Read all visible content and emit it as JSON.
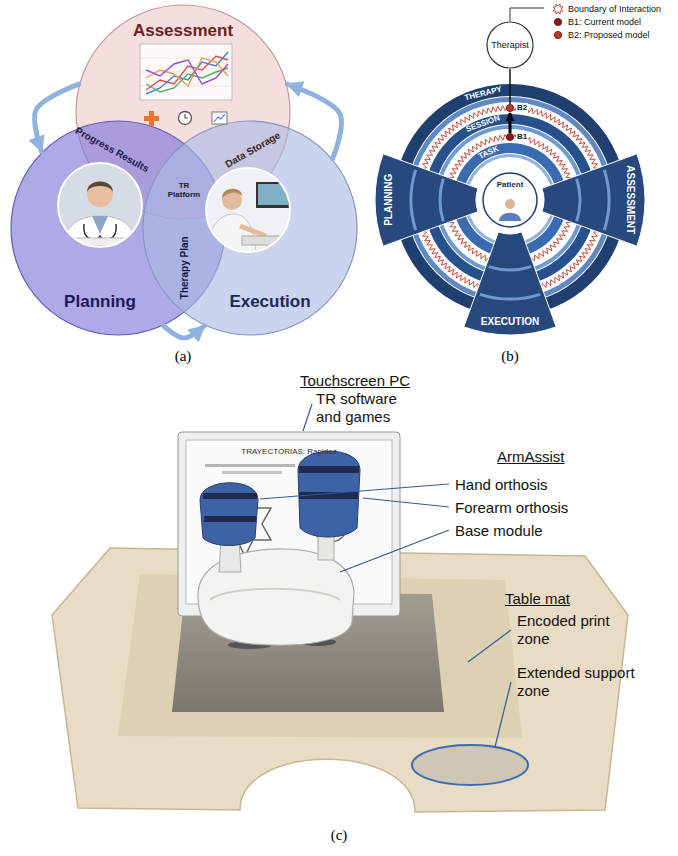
{
  "diagram": {
    "nodes": [
      {
        "text": [
          "Assessment"
        ]
      },
      {
        "text": [
          "Planning"
        ]
      },
      {
        "text": [
          "Execution"
        ]
      },
      {
        "text": [
          "Therapist"
        ]
      },
      {
        "text": [
          "THERAPY"
        ]
      },
      {
        "text": [
          "SESSION"
        ],
        "in": 4
      },
      {
        "text": [
          "TASK"
        ],
        "in": 5
      },
      {
        "text": [
          "Patient"
        ],
        "in": 6
      },
      {
        "text": [
          "PLANNING"
        ]
      },
      {
        "text": [
          "ASSESSMENT"
        ]
      },
      {
        "text": [
          "EXECUTION"
        ]
      }
    ],
    "edges": [
      {
        "from": 0,
        "to": 1,
        "arrow": "to"
      },
      {
        "from": 1,
        "to": 2,
        "arrow": "to"
      },
      {
        "from": 2,
        "to": 0,
        "arrow": "to"
      }
    ],
    "labels": [
      "Progress Results",
      "Data Storage",
      "TR Platform",
      "Therapy Plan",
      "(a)",
      "B2",
      "B1",
      "(b)",
      "Touchscreen PC",
      "TR software and games",
      "ArmAssist",
      "Hand orthosis",
      "Forearm orthosis",
      "Base module",
      "Table mat",
      "Encoded print zone",
      "Extended support zone",
      "TRAYECTORIAS: Rapidez",
      "(c)"
    ],
    "legend": [
      {
        "text": "Boundary of Interaction"
      },
      {
        "text": "B1: Current model"
      },
      {
        "text": "B2: Proposed model"
      }
    ]
  }
}
